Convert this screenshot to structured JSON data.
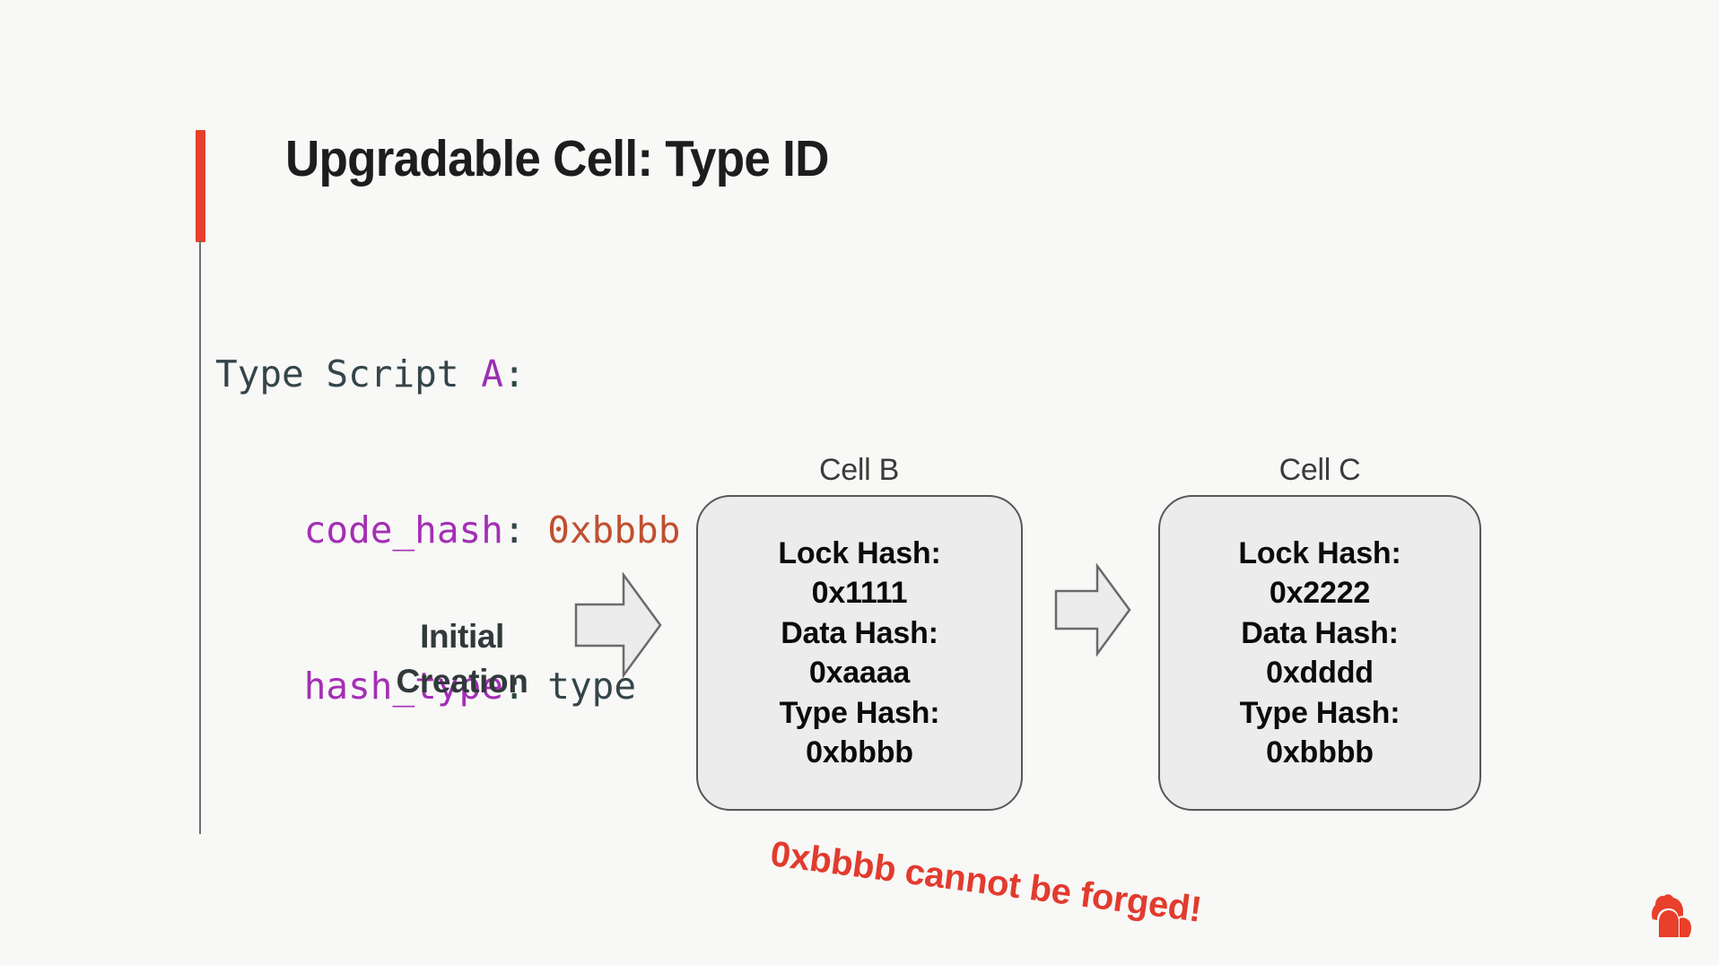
{
  "slide": {
    "background_color": "#f8f8f7",
    "accent_color": "#e8402a",
    "title": "Upgradable Cell: Type ID"
  },
  "code_block": {
    "language": "script-definition",
    "lines": [
      {
        "indent": 0,
        "segments": [
          {
            "text": "Type Script ",
            "kind": "plain",
            "color": "#34454a"
          },
          {
            "text": "A",
            "kind": "ident",
            "color": "#9b30b0"
          },
          {
            "text": ":",
            "kind": "plain",
            "color": "#34454a"
          }
        ]
      },
      {
        "indent": 1,
        "segments": [
          {
            "text": "code_hash",
            "kind": "key",
            "color": "#a32fb4"
          },
          {
            "text": ": ",
            "kind": "plain",
            "color": "#34454a"
          },
          {
            "text": "0xbbbb",
            "kind": "value",
            "color": "#c0502f"
          }
        ]
      },
      {
        "indent": 1,
        "segments": [
          {
            "text": "hash_type",
            "kind": "key",
            "color": "#a32fb4"
          },
          {
            "text": ": ",
            "kind": "plain",
            "color": "#34454a"
          },
          {
            "text": "type",
            "kind": "plain",
            "color": "#34454a"
          }
        ]
      }
    ],
    "line_1_prefix": "Type Script ",
    "line_1_ident": "A",
    "line_1_colon": ":",
    "line_2_key": "code_hash",
    "line_2_sep": ": ",
    "line_2_value": "0xbbbb",
    "line_3_key": "hash_type",
    "line_3_sep": ": ",
    "line_3_value": "type"
  },
  "diagram": {
    "stage_label_line_1": "Initial",
    "stage_label_line_2": "Creation",
    "arrow_1_name": "block-arrow-right",
    "arrow_2_name": "block-arrow-right",
    "cells": [
      {
        "label": "Cell B",
        "fields": [
          {
            "name": "Lock Hash:",
            "value": "0x1111"
          },
          {
            "name": "Data Hash:",
            "value": "0xaaaa"
          },
          {
            "name": "Type Hash:",
            "value": "0xbbbb"
          }
        ],
        "lock_hash_label": "Lock Hash:",
        "lock_hash_value": "0x1111",
        "data_hash_label": "Data Hash:",
        "data_hash_value": "0xaaaa",
        "type_hash_label": "Type Hash:",
        "type_hash_value": "0xbbbb"
      },
      {
        "label": "Cell C",
        "fields": [
          {
            "name": "Lock Hash:",
            "value": "0x2222"
          },
          {
            "name": "Data Hash:",
            "value": "0xdddd"
          },
          {
            "name": "Type Hash:",
            "value": "0xbbbb"
          }
        ],
        "lock_hash_label": "Lock Hash:",
        "lock_hash_value": "0x2222",
        "data_hash_label": "Data Hash:",
        "data_hash_value": "0xdddd",
        "type_hash_label": "Type Hash:",
        "type_hash_value": "0xbbbb"
      }
    ]
  },
  "warning": {
    "text": "0xbbbb cannot be forged!",
    "color": "#e23b2e"
  },
  "logo": {
    "name": "gorilla-logo",
    "color": "#e8402a"
  }
}
